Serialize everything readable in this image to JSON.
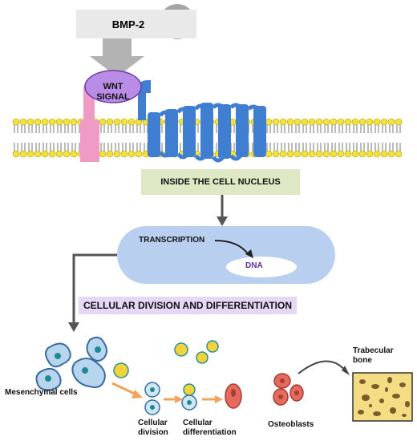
{
  "labels": {
    "bmp2": "BMP-2",
    "wnt_line1": "WNT",
    "wnt_line2": "SIGNAL",
    "nucleus": "INSIDE THE CELL NUCLEUS",
    "transcription": "TRANSCRIPTION",
    "dna": "DNA",
    "division": "CELLULAR DIVISION AND DIFFERENTIATION",
    "mesenchymal": "Mesenchymal cells",
    "cell_div_1": "Cellular",
    "cell_div_2": "division",
    "cell_diff_1": "Cellular",
    "cell_diff_2": "differentiation",
    "osteoblasts": "Osteoblasts",
    "trabecular_1": "Trabecular",
    "trabecular_2": "bone"
  },
  "colors": {
    "membrane_head": "#f2e23a",
    "receptor_blue": "#3f7ed1",
    "receptor_pink": "#f09ac6",
    "wnt_purple": "#b98de6",
    "nucleus_blue": "#b9cff0",
    "arrow_orange": "#f2a25a",
    "osteoblast_red": "#e46a5e",
    "bone_yellow": "#f3dc83"
  }
}
